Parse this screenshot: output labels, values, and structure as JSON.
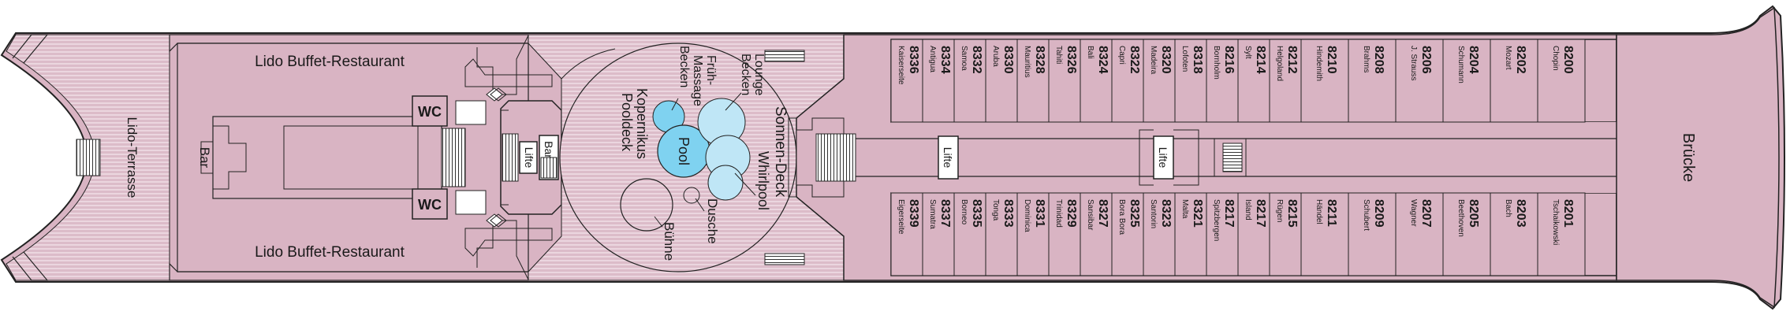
{
  "labels": {
    "lido_terrasse": "Lido-Terrasse",
    "bar_left": "Bar",
    "buffet_top": "Lido Buffet-Restaurant",
    "buffet_bottom": "Lido Buffet-Restaurant",
    "wc_top": "WC",
    "wc_bottom": "WC",
    "lifte_left": "Lifte",
    "bar_center": "Bar",
    "fruehmassage_1": "Früh-",
    "fruehmassage_2": "Massage",
    "fruehmassage_3": "Becken",
    "lounge_1": "Lounge",
    "lounge_2": "Becken",
    "kopernikus_1": "Kopernikus",
    "kopernikus_2": "Pooldeck",
    "pool": "Pool",
    "sonnendeck": "Sonnen-Deck",
    "whirlpool": "Whirlpool",
    "dusche": "Dusche",
    "buehne": "Bühne",
    "lifte_mid": "Lifte",
    "lifte_right": "Lifte",
    "bruecke": "Brücke"
  },
  "cabins_top": [
    {
      "num": "8336",
      "name": "Kaiserseite"
    },
    {
      "num": "8334",
      "name": "Antigua"
    },
    {
      "num": "8332",
      "name": "Samoa"
    },
    {
      "num": "8330",
      "name": "Aruba"
    },
    {
      "num": "8328",
      "name": "Mauritius"
    },
    {
      "num": "8326",
      "name": "Tahiti"
    },
    {
      "num": "8324",
      "name": "Bali"
    },
    {
      "num": "8322",
      "name": "Capri"
    },
    {
      "num": "8320",
      "name": "Madeira"
    },
    {
      "num": "8318",
      "name": "Lofoten"
    },
    {
      "num": "8216",
      "name": "Bornholm"
    },
    {
      "num": "8214",
      "name": "Sylt"
    },
    {
      "num": "8212",
      "name": "Helgoland"
    },
    {
      "num": "8210",
      "name": "Hindemith"
    },
    {
      "num": "8208",
      "name": "Brahms"
    },
    {
      "num": "8206",
      "name": "J. Strauss"
    },
    {
      "num": "8204",
      "name": "Schumann"
    },
    {
      "num": "8202",
      "name": "Mozart"
    },
    {
      "num": "8200",
      "name": "Chopin"
    }
  ],
  "cabins_bottom": [
    {
      "num": "8339",
      "name": "Eigerseite"
    },
    {
      "num": "8337",
      "name": "Sumatra"
    },
    {
      "num": "8335",
      "name": "Borneo"
    },
    {
      "num": "8333",
      "name": "Tonga"
    },
    {
      "num": "8331",
      "name": "Dominica"
    },
    {
      "num": "8329",
      "name": "Trinidad"
    },
    {
      "num": "8327",
      "name": "Sansibar"
    },
    {
      "num": "8325",
      "name": "Bora Bora"
    },
    {
      "num": "8323",
      "name": "Santorin"
    },
    {
      "num": "8321",
      "name": "Malta"
    },
    {
      "num": "8217",
      "name": "Spitzbergen"
    },
    {
      "num": "8217",
      "name": "Island"
    },
    {
      "num": "8215",
      "name": "Rügen"
    },
    {
      "num": "8211",
      "name": "Händel"
    },
    {
      "num": "8209",
      "name": "Schubert"
    },
    {
      "num": "8207",
      "name": "Wagner"
    },
    {
      "num": "8205",
      "name": "Beethoven"
    },
    {
      "num": "8203",
      "name": "Bach"
    },
    {
      "num": "8201",
      "name": "Tschaikowski"
    }
  ],
  "colors": {
    "hull": "#d9b4c3",
    "deck": "#dcbcc9",
    "stripe": "#ecd8e0",
    "line": "#222222",
    "pool": "#7fd2f0",
    "whirl": "#bfe6f6"
  }
}
